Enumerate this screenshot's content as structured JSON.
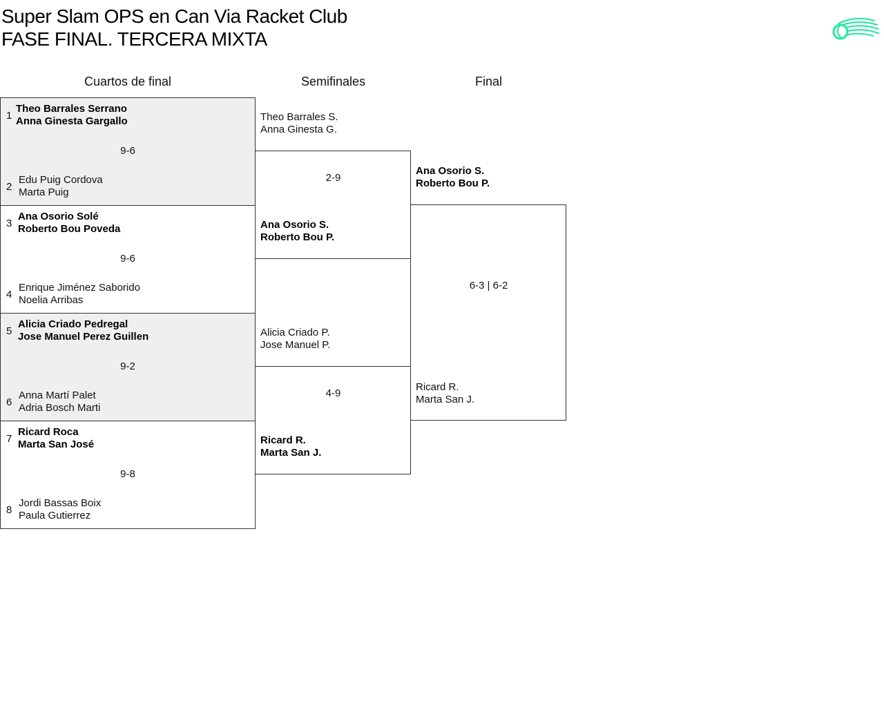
{
  "title": "Super Slam OPS en Can Via Racket Club",
  "subtitle": "FASE FINAL. TERCERA MIXTA",
  "logo": {
    "icon": "tennis-ball-speed-icon",
    "color": "#1de9a0"
  },
  "rounds": [
    "Cuartos de final",
    "Semifinales",
    "Final"
  ],
  "quarterfinals": [
    {
      "score": "9-6",
      "top": {
        "seed": "1",
        "p1": "Theo Barrales Serrano",
        "p2": "Anna Ginesta Gargallo"
      },
      "bottom": {
        "seed": "2",
        "p1": "Edu Puig Cordova",
        "p2": "Marta Puig"
      }
    },
    {
      "score": "9-6",
      "top": {
        "seed": "3",
        "p1": "Ana Osorio Solé",
        "p2": "Roberto Bou Poveda"
      },
      "bottom": {
        "seed": "4",
        "p1": "Enrique Jiménez Saborido",
        "p2": "Noelia Arribas"
      }
    },
    {
      "score": "9-2",
      "top": {
        "seed": "5",
        "p1": "Alicia Criado Pedregal",
        "p2": "Jose Manuel Perez Guillen"
      },
      "bottom": {
        "seed": "6",
        "p1": "Anna Martí Palet",
        "p2": "Adria Bosch Marti"
      }
    },
    {
      "score": "9-8",
      "top": {
        "seed": "7",
        "p1": "Ricard Roca",
        "p2": "Marta San José"
      },
      "bottom": {
        "seed": "8",
        "p1": "Jordi Bassas Boix",
        "p2": "Paula Gutierrez"
      }
    }
  ],
  "semifinals": [
    {
      "score": "2-9",
      "top": {
        "p1": "Theo Barrales S.",
        "p2": "Anna Ginesta G."
      },
      "bottom": {
        "p1": "Ana Osorio S.",
        "p2": "Roberto Bou P."
      }
    },
    {
      "score": "4-9",
      "top": {
        "p1": "Alicia Criado P.",
        "p2": "Jose Manuel P."
      },
      "bottom": {
        "p1": "Ricard R.",
        "p2": "Marta San J."
      }
    }
  ],
  "final": {
    "score": "6-3 | 6-2",
    "top": {
      "p1": "Ana Osorio S.",
      "p2": "Roberto Bou P."
    },
    "bottom": {
      "p1": "Ricard R.",
      "p2": "Marta San J."
    }
  }
}
